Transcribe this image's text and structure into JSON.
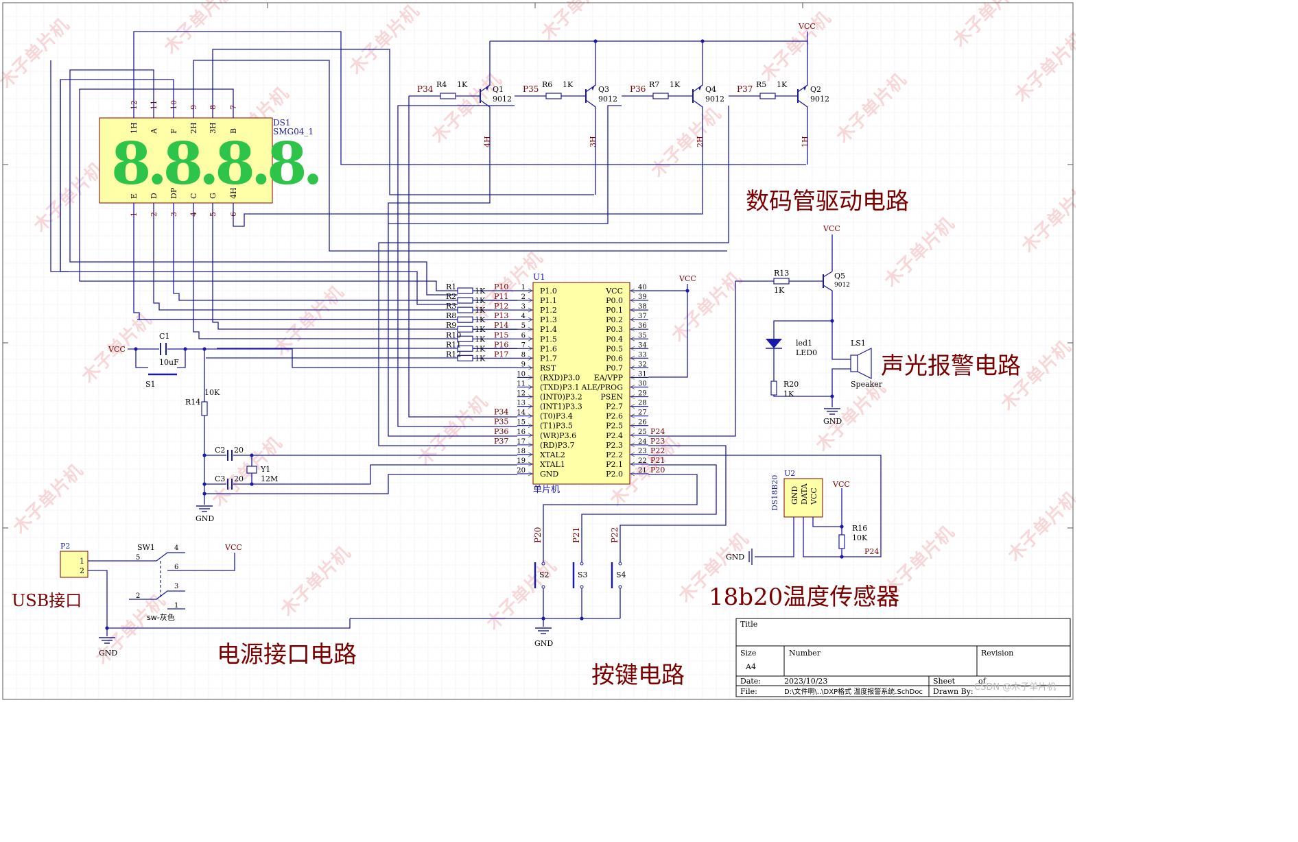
{
  "colors": {
    "wire": "#1a1aa8",
    "label": "#7a0000",
    "body": "#ffffa8",
    "border": "#800000",
    "grid": "#ececf4",
    "digit": "#2ec44a",
    "watermark": "#f2b8b8"
  },
  "watermark": "木子单片机",
  "ds1": {
    "ref": "DS1",
    "part": "SMG04_1",
    "digits": "8.8.8.8.",
    "top_pins": [
      {
        "num": "12",
        "name": "1H"
      },
      {
        "num": "11",
        "name": "A"
      },
      {
        "num": "10",
        "name": "F"
      },
      {
        "num": "9",
        "name": "2H"
      },
      {
        "num": "8",
        "name": "3H"
      },
      {
        "num": "7",
        "name": "B"
      }
    ],
    "bottom_pins": [
      {
        "num": "1",
        "name": "E"
      },
      {
        "num": "2",
        "name": "D"
      },
      {
        "num": "3",
        "name": "DP"
      },
      {
        "num": "4",
        "name": "C"
      },
      {
        "num": "5",
        "name": "G"
      },
      {
        "num": "6",
        "name": "4H"
      }
    ]
  },
  "drivers": [
    {
      "net": "P34",
      "res": "R4",
      "val": "1K",
      "q": "Q1",
      "qtype": "9012",
      "out": "4H"
    },
    {
      "net": "P35",
      "res": "R6",
      "val": "1K",
      "q": "Q3",
      "qtype": "9012",
      "out": "3H"
    },
    {
      "net": "P36",
      "res": "R7",
      "val": "1K",
      "q": "Q4",
      "qtype": "9012",
      "out": "2H"
    },
    {
      "net": "P37",
      "res": "R5",
      "val": "1K",
      "q": "Q2",
      "qtype": "9012",
      "out": "1H"
    }
  ],
  "vcc": "VCC",
  "gnd": "GND",
  "mcu": {
    "ref": "U1",
    "label": "单片机",
    "left_pins": [
      {
        "num": "1",
        "name": "P1.0"
      },
      {
        "num": "2",
        "name": "P1.1"
      },
      {
        "num": "3",
        "name": "P1.2"
      },
      {
        "num": "4",
        "name": "P1.3"
      },
      {
        "num": "5",
        "name": "P1.4"
      },
      {
        "num": "6",
        "name": "P1.5"
      },
      {
        "num": "7",
        "name": "P1.6"
      },
      {
        "num": "8",
        "name": "P1.7"
      },
      {
        "num": "9",
        "name": "RST"
      },
      {
        "num": "10",
        "name": "(RXD)P3.0"
      },
      {
        "num": "11",
        "name": "(TXD)P3.1"
      },
      {
        "num": "12",
        "name": "(INT0)P3.2"
      },
      {
        "num": "13",
        "name": "(INT1)P3.3"
      },
      {
        "num": "14",
        "name": "(T0)P3.4"
      },
      {
        "num": "15",
        "name": "(T1)P3.5"
      },
      {
        "num": "16",
        "name": "(WR)P3.6"
      },
      {
        "num": "17",
        "name": "(RD)P3.7"
      },
      {
        "num": "18",
        "name": "XTAL2"
      },
      {
        "num": "19",
        "name": "XTAL1"
      },
      {
        "num": "20",
        "name": "GND"
      }
    ],
    "right_pins": [
      {
        "num": "40",
        "name": "VCC"
      },
      {
        "num": "39",
        "name": "P0.0"
      },
      {
        "num": "38",
        "name": "P0.1"
      },
      {
        "num": "37",
        "name": "P0.2"
      },
      {
        "num": "36",
        "name": "P0.3"
      },
      {
        "num": "35",
        "name": "P0.4"
      },
      {
        "num": "34",
        "name": "P0.5"
      },
      {
        "num": "33",
        "name": "P0.6"
      },
      {
        "num": "32",
        "name": "P0.7"
      },
      {
        "num": "31",
        "name": "EA/VPP"
      },
      {
        "num": "30",
        "name": "ALE/PROG"
      },
      {
        "num": "29",
        "name": "PSEN"
      },
      {
        "num": "28",
        "name": "P2.7"
      },
      {
        "num": "27",
        "name": "P2.6"
      },
      {
        "num": "26",
        "name": "P2.5"
      },
      {
        "num": "25",
        "name": "P2.4"
      },
      {
        "num": "24",
        "name": "P2.3"
      },
      {
        "num": "23",
        "name": "P2.2"
      },
      {
        "num": "22",
        "name": "P2.1"
      },
      {
        "num": "21",
        "name": "P2.0"
      }
    ],
    "left_nets": [
      "P10",
      "P11",
      "P12",
      "P13",
      "P14",
      "P15",
      "P16",
      "P17",
      "",
      "",
      "",
      "",
      "",
      "P34",
      "P35",
      "P36",
      "P37",
      "",
      "",
      ""
    ],
    "right_nets": [
      "",
      "",
      "",
      "",
      "",
      "",
      "",
      "",
      "",
      "",
      "",
      "",
      "",
      "",
      "",
      "P24",
      "P23",
      "P22",
      "P21",
      "P20"
    ]
  },
  "seg_resistors": [
    {
      "ref": "R1",
      "val": "1K"
    },
    {
      "ref": "R2",
      "val": "1K"
    },
    {
      "ref": "R3",
      "val": "1K"
    },
    {
      "ref": "R8",
      "val": "1K"
    },
    {
      "ref": "R9",
      "val": "1K"
    },
    {
      "ref": "R10",
      "val": "1K"
    },
    {
      "ref": "R11",
      "val": "1K"
    },
    {
      "ref": "R12",
      "val": "1K"
    }
  ],
  "reset": {
    "cap": "C1",
    "cap_val": "10uF",
    "sw": "S1",
    "res": "R14",
    "res_val": "10K"
  },
  "crystal": {
    "c2": "C2",
    "c2_val": "20",
    "c3": "C3",
    "c3_val": "20",
    "y": "Y1",
    "y_val": "12M"
  },
  "buzzer": {
    "res": "R13",
    "res_val": "1K",
    "q": "Q5",
    "qtype": "9012",
    "led": "led1",
    "led_part": "LED0",
    "res2": "R20",
    "res2_val": "1K",
    "ls": "LS1",
    "ls_part": "Speaker"
  },
  "sensor": {
    "ref": "U2",
    "part": "DS18B20",
    "pins": [
      "GND",
      "DATA",
      "VCC"
    ],
    "res": "R16",
    "res_val": "10K",
    "net": "P24"
  },
  "keys": [
    {
      "net": "P20",
      "ref": "S2"
    },
    {
      "net": "P21",
      "ref": "S3"
    },
    {
      "net": "P22",
      "ref": "S4"
    }
  ],
  "usb": {
    "ref": "P2",
    "pins": [
      "1",
      "2"
    ],
    "sw": "SW1",
    "sw_part": "sw-灰色",
    "sw_pins": [
      "5",
      "4",
      "6",
      "2",
      "3",
      "1"
    ]
  },
  "sections": {
    "display": "数码管驱动电路",
    "alarm": "声光报警电路",
    "sensor": "18b20温度传感器",
    "usb_label": "USB接口",
    "power": "电源接口电路",
    "keys": "按键电路"
  },
  "titleblock": {
    "title_label": "Title",
    "size_label": "Size",
    "size": "A4",
    "number_label": "Number",
    "revision_label": "Revision",
    "date_label": "Date:",
    "date": "2023/10/23",
    "file_label": "File:",
    "file": "D:\\文件啊\\..\\DXP格式 温度报警系统.SchDoc",
    "sheet_label": "Sheet",
    "of_label": "of",
    "drawn_label": "Drawn By:"
  },
  "credit": "CSDN @木子单片机"
}
